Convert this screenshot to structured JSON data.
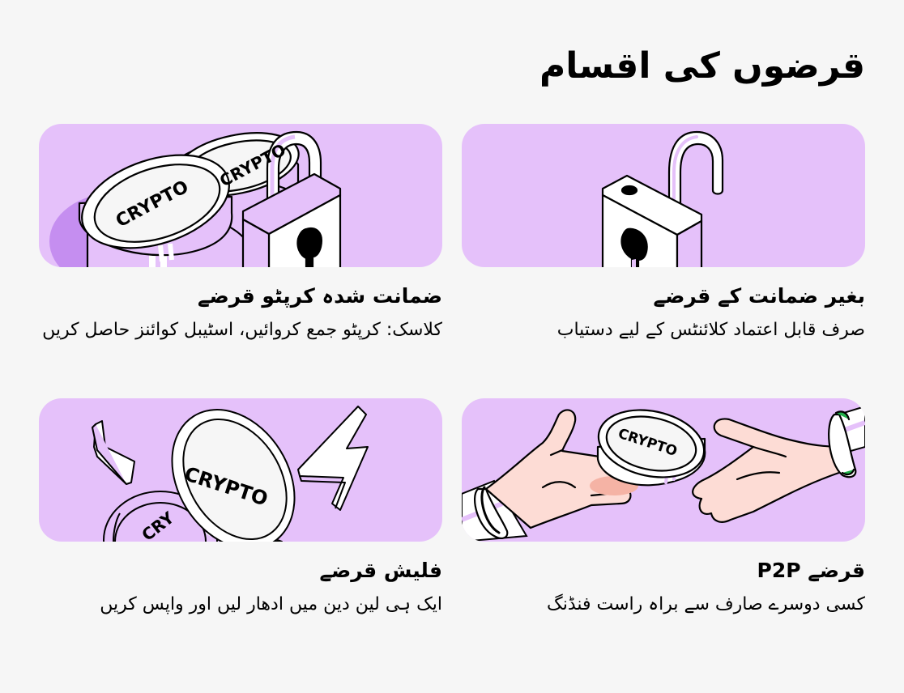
{
  "page": {
    "title": "قرضوں کی اقسام",
    "background": "#f6f6f6",
    "card_color": "#e5c1fa"
  },
  "cards": [
    {
      "id": "unsecured",
      "title": "بغیر ضمانت کے قرضے",
      "description": "صرف قابل اعتماد کلائنٹس کے لیے دستیاب",
      "illustration": "open-padlock-icon"
    },
    {
      "id": "secured",
      "title": "ضمانت شدہ کرپٹو قرضے",
      "description": "کلاسک: کرپٹو جمع کروائیں، اسٹیبل کوائنز حاصل کریں",
      "illustration": "crypto-coins-padlock-icon",
      "coin_labels": [
        "CRYPTO",
        "CRYPTO"
      ]
    },
    {
      "id": "p2p",
      "title": "قرضے P2P",
      "description": "کسی دوسرے صارف سے براہ راست فنڈنگ",
      "illustration": "hands-passing-coin-icon",
      "coin_labels": [
        "CRYPTO"
      ]
    },
    {
      "id": "flash",
      "title": "فلیش قرضے",
      "description": "ایک ہی لین دین میں ادھار لیں اور واپس کریں",
      "illustration": "coin-lightning-icon",
      "coin_labels": [
        "CRYPTO",
        "CRY"
      ]
    }
  ]
}
